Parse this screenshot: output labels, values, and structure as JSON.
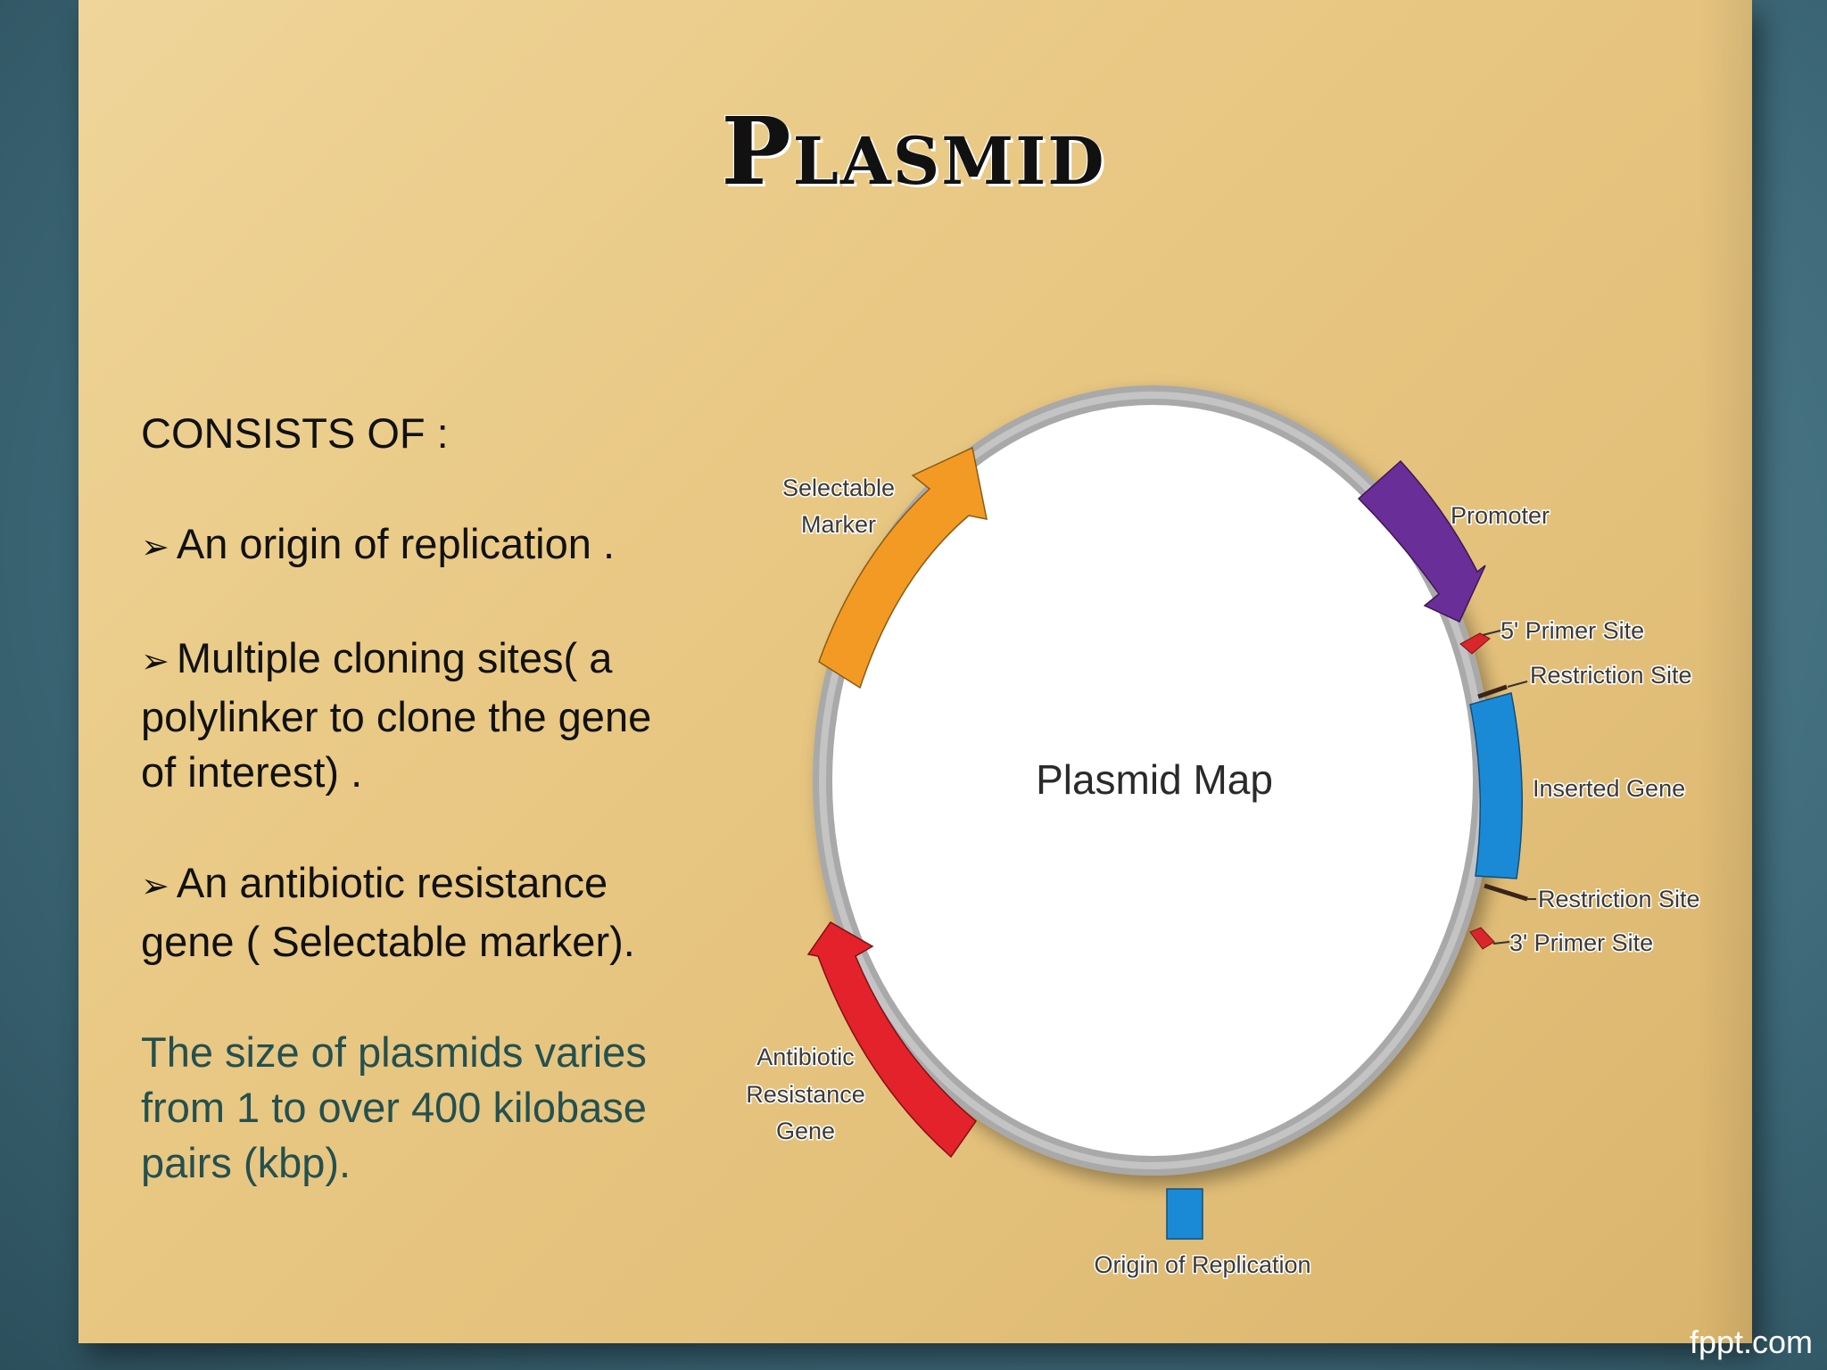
{
  "slide": {
    "title": "Plasmid",
    "heading": "CONSISTS OF :",
    "bullets": [
      "An origin of replication .",
      "Multiple cloning sites( a",
      "polylinker to clone the gene",
      "of interest) .",
      "An antibiotic resistance",
      "gene ( Selectable marker)."
    ],
    "note_lines": [
      "The size of plasmids varies",
      "from 1 to over 400 kilobase",
      "pairs (kbp)."
    ],
    "bullet_icon": "arrowhead-bullet-icon",
    "logo": "fppt.com"
  },
  "diagram": {
    "center_label": "Plasmid Map",
    "labels": {
      "selectable_marker_1": "Selectable",
      "selectable_marker_2": "Marker",
      "promoter": "Promoter",
      "primer5": "5' Primer Site",
      "restriction1": "Restriction Site",
      "inserted_gene": "Inserted Gene",
      "restriction2": "Restriction Site",
      "primer3": "3' Primer Site",
      "antibiotic_1": "Antibiotic",
      "antibiotic_2": "Resistance",
      "antibiotic_3": "Gene",
      "origin": "Origin of Replication"
    },
    "colors": {
      "selectable_marker": "#f39a24",
      "promoter": "#6a2e98",
      "inserted_gene": "#1b8ad6",
      "antibiotic": "#e3222b",
      "origin": "#1b8ad6",
      "primer": "#d9262b",
      "ring": "#a9a9a9"
    }
  }
}
